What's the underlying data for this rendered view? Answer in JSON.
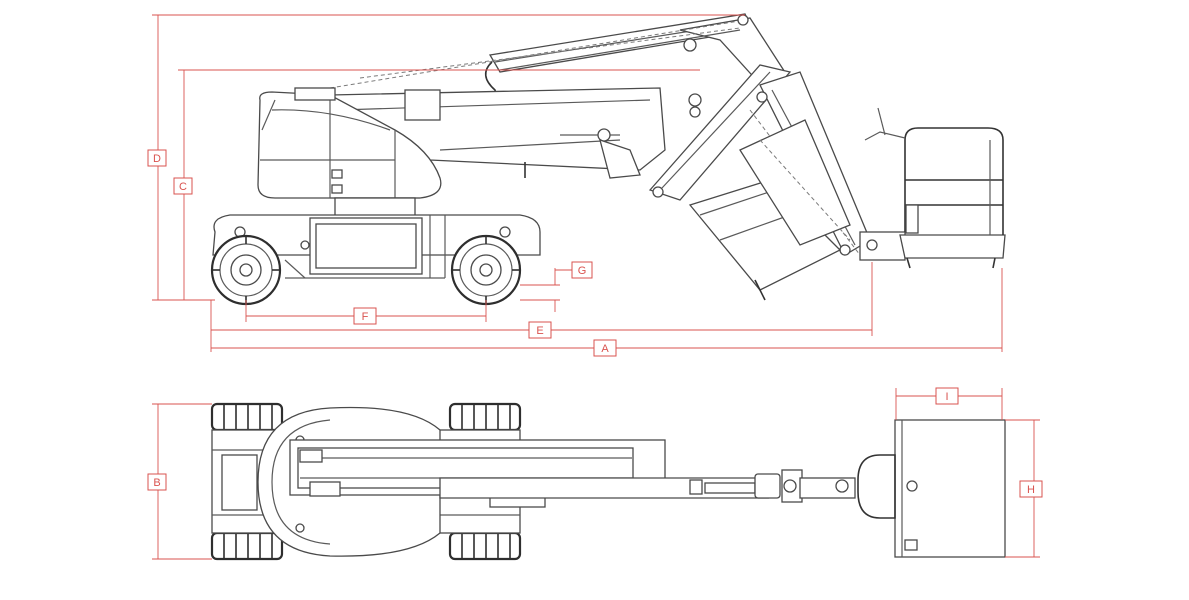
{
  "dimension_labels": {
    "A": "A",
    "B": "B",
    "C": "C",
    "D": "D",
    "E": "E",
    "F": "F",
    "G": "G",
    "H": "H",
    "I": "I"
  },
  "colors": {
    "dimension": "#d9534f",
    "drawing": "#4a4a4a",
    "background": "#ffffff"
  }
}
